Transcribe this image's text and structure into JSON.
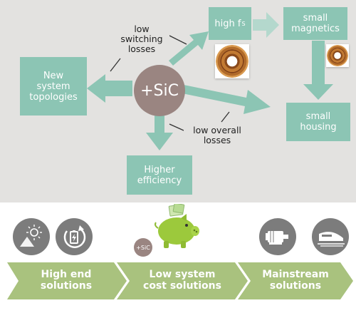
{
  "diagram": {
    "center": "+SiC",
    "boxes": {
      "new_topologies": "New\nsystem\ntopologies",
      "high_fs_main": "high f",
      "high_fs_sub": "S",
      "small_magnetics": "small\nmagnetics",
      "small_housing": "small\nhousing",
      "higher_efficiency": "Higher\nefficiency"
    },
    "labels": {
      "low_switching": "low\nswitching\nlosses",
      "low_overall": "low overall\nlosses"
    }
  },
  "roadmap": {
    "piggy_label": "+SiC",
    "stages": [
      "High end\nsolutions",
      "Low system\ncost solutions",
      "Mainstream\nsolutions"
    ]
  },
  "colors": {
    "box": "#8cc5b4",
    "center_circle": "#9a8581",
    "chevron": "#a9c27e",
    "icon_circle": "#7c7c7c",
    "top_bg": "#e3e2e0"
  },
  "icons": [
    "solar-panel-icon",
    "battery-charging-icon",
    "piggy-bank-icon",
    "electric-motor-icon",
    "high-speed-train-icon"
  ]
}
